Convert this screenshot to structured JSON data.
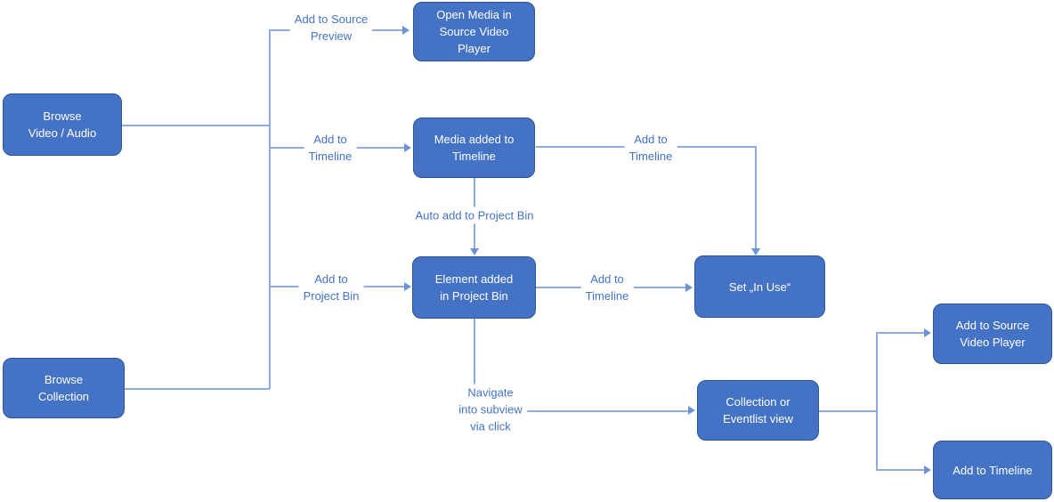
{
  "diagram": {
    "colors": {
      "node_fill": "#4472C4",
      "node_border": "#2E5597",
      "node_text": "#FFFFFF",
      "connector": "#8FAADC",
      "arrowhead": "#6C92D6",
      "edge_label_text": "#4472C4",
      "background": "#FFFFFF"
    },
    "nodes": {
      "browse_video_audio": {
        "label": "Browse\nVideo / Audio"
      },
      "browse_collection": {
        "label": "Browse\nCollection"
      },
      "open_media_source_player": {
        "label": "Open Media in\nSource Video\nPlayer"
      },
      "media_added_timeline": {
        "label": "Media added to\nTimeline"
      },
      "element_added_project_bin": {
        "label": "Element added\nin Project Bin"
      },
      "set_in_use": {
        "label": "Set „In Use“"
      },
      "collection_eventlist": {
        "label": "Collection or\nEventlist view"
      },
      "add_to_source_video_player": {
        "label": "Add to Source\nVideo Player"
      },
      "add_to_timeline": {
        "label": "Add to Timeline"
      }
    },
    "edge_labels": {
      "add_to_source_preview": "Add to Source\nPreview",
      "add_to_timeline_1": "Add to\nTimeline",
      "add_to_project_bin": "Add to\nProject Bin",
      "auto_add_to_project_bin": "Auto add to Project Bin",
      "add_to_timeline_2": "Add to\nTimeline",
      "add_to_timeline_3": "Add to\nTimeline",
      "navigate_into_subview": "Navigate\ninto subview\nvia click"
    },
    "edges": [
      {
        "from": "browse_video_audio",
        "to": "junction"
      },
      {
        "from": "browse_collection",
        "to": "junction"
      },
      {
        "from": "junction",
        "to": "open_media_source_player",
        "label": "Add to Source Preview"
      },
      {
        "from": "junction",
        "to": "media_added_timeline",
        "label": "Add to Timeline"
      },
      {
        "from": "junction",
        "to": "element_added_project_bin",
        "label": "Add to Project Bin"
      },
      {
        "from": "media_added_timeline",
        "to": "element_added_project_bin",
        "label": "Auto add to Project Bin"
      },
      {
        "from": "media_added_timeline",
        "to": "set_in_use",
        "label": "Add to Timeline"
      },
      {
        "from": "element_added_project_bin",
        "to": "set_in_use",
        "label": "Add to Timeline"
      },
      {
        "from": "element_added_project_bin",
        "to": "collection_eventlist",
        "label": "Navigate into subview via click"
      },
      {
        "from": "collection_eventlist",
        "to": "add_to_source_video_player"
      },
      {
        "from": "collection_eventlist",
        "to": "add_to_timeline"
      }
    ]
  }
}
